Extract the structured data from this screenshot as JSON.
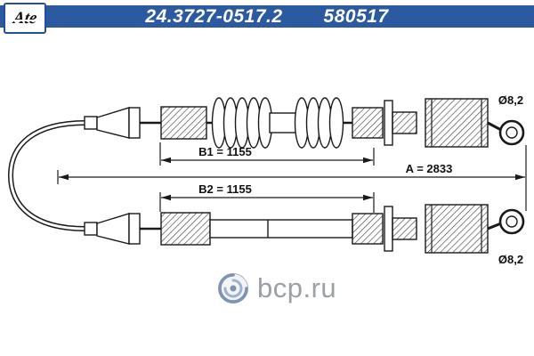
{
  "header": {
    "brand": "Ate",
    "part_number": "24.3727-0517.2",
    "oe_number": "580517"
  },
  "diagram": {
    "dim_b1_label": "B1 = 1155",
    "dim_a_label": "A = 2833",
    "dim_b2_label": "B2 = 1155",
    "diameter_top_label": "Ø8,2",
    "diameter_bottom_label": "Ø8,2"
  },
  "watermark": {
    "site": "bcp.ru"
  },
  "colors": {
    "band_blue": "#2c5aa0",
    "drawing_line": "#1a1a1a",
    "watermark_gray": "#9aa0a6"
  }
}
